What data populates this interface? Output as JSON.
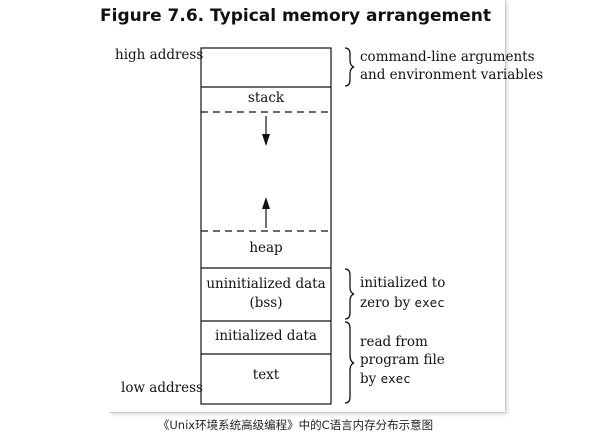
{
  "title": "Figure 7.6. Typical memory arrangement",
  "caption": "《Unix环境系统高级编程》中的C语言内存分布示意图",
  "labels": {
    "high_address": "high address",
    "low_address": "low address"
  },
  "segments": {
    "stack": "stack",
    "heap": "heap",
    "bss_line1": "uninitialized data",
    "bss_line2": "(bss)",
    "data": "initialized data",
    "text": "text"
  },
  "annotations": {
    "args_line1": "command-line arguments",
    "args_line2": "and environment variables",
    "bss_note_line1": "initialized to",
    "bss_note_line2_prefix": "zero by",
    "bss_note_line2_code": "exec",
    "file_note_line1": "read from",
    "file_note_line2": "program file",
    "file_note_line3_prefix": "by",
    "file_note_line3_code": "exec"
  }
}
